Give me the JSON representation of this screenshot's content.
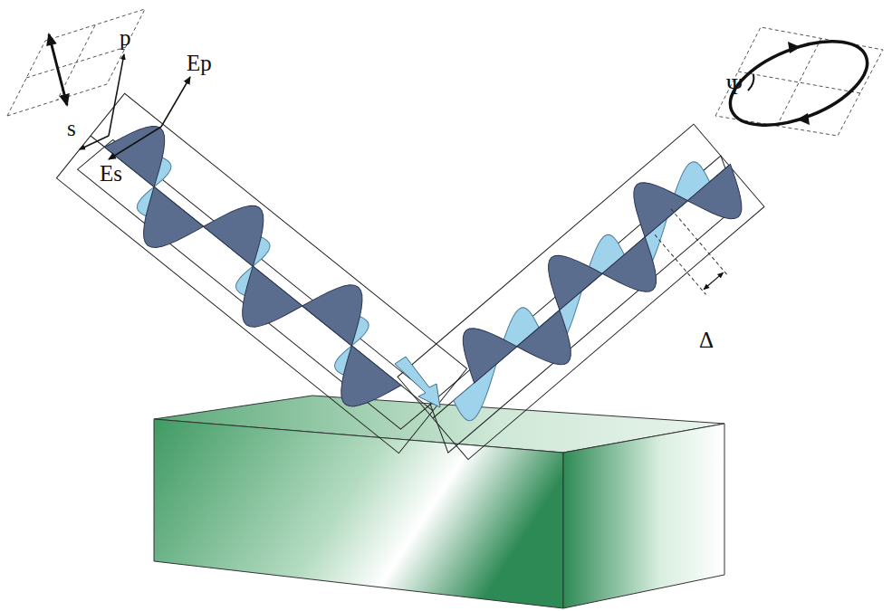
{
  "diagram": {
    "labels": [
      "p",
      "s",
      "Ep",
      "Es",
      "Ψ",
      "Δ"
    ]
  }
}
